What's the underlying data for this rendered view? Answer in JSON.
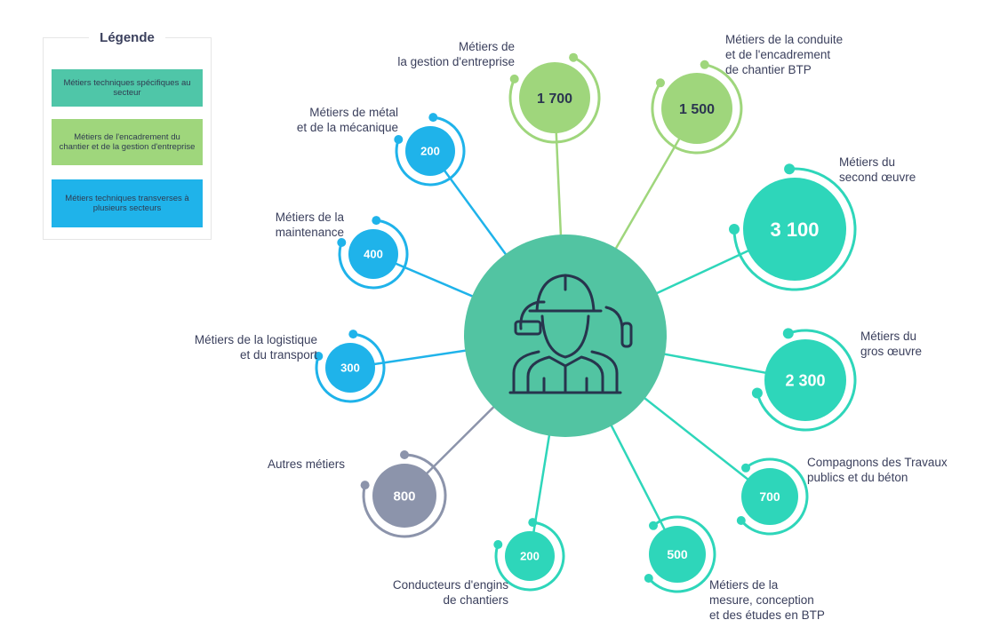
{
  "legend": {
    "title": "Légende",
    "items": [
      {
        "text": "Métiers techniques spécifiques au secteur",
        "color": "#4fc6a8"
      },
      {
        "text": "Métiers de l'encadrement du chantier et de la gestion d'entreprise",
        "color": "#9fd67c"
      },
      {
        "text": "Métiers techniques transverses à plusieurs secteurs",
        "color": "#1fb3ea"
      }
    ]
  },
  "colors": {
    "center": "#52c4a2",
    "teal": "#2ed6ba",
    "green": "#9fd67c",
    "blue": "#1fb3ea",
    "grey": "#8c94ab",
    "icon": "#27344d"
  },
  "center_icon": "construction-workers-icon",
  "nodes": [
    {
      "id": "gestion",
      "value": "1 700",
      "label": [
        "Métiers de",
        "la gestion d'entreprise"
      ]
    },
    {
      "id": "conduite",
      "value": "1 500",
      "label": [
        "Métiers de la conduite",
        "et de l'encadrement",
        "de chantier BTP"
      ]
    },
    {
      "id": "metal",
      "value": "200",
      "label": [
        "Métiers de métal",
        "et de la mécanique"
      ]
    },
    {
      "id": "maintenance",
      "value": "400",
      "label": [
        "Métiers de la",
        "maintenance"
      ]
    },
    {
      "id": "logistique",
      "value": "300",
      "label": [
        "Métiers de la logistique",
        "et du transport"
      ]
    },
    {
      "id": "autres",
      "value": "800",
      "label": [
        "Autres métiers"
      ]
    },
    {
      "id": "engins",
      "value": "200",
      "label": [
        "Conducteurs d'engins",
        "de chantiers"
      ]
    },
    {
      "id": "mesure",
      "value": "500",
      "label": [
        "Métiers de la",
        "mesure, conception",
        "et des études en BTP"
      ]
    },
    {
      "id": "compagnons",
      "value": "700",
      "label": [
        "Compagnons des Travaux",
        "publics et du béton"
      ]
    },
    {
      "id": "gros",
      "value": "2 300",
      "label": [
        "Métiers du",
        "gros œuvre"
      ]
    },
    {
      "id": "second",
      "value": "3 100",
      "label": [
        "Métiers du",
        "second œuvre"
      ]
    }
  ]
}
